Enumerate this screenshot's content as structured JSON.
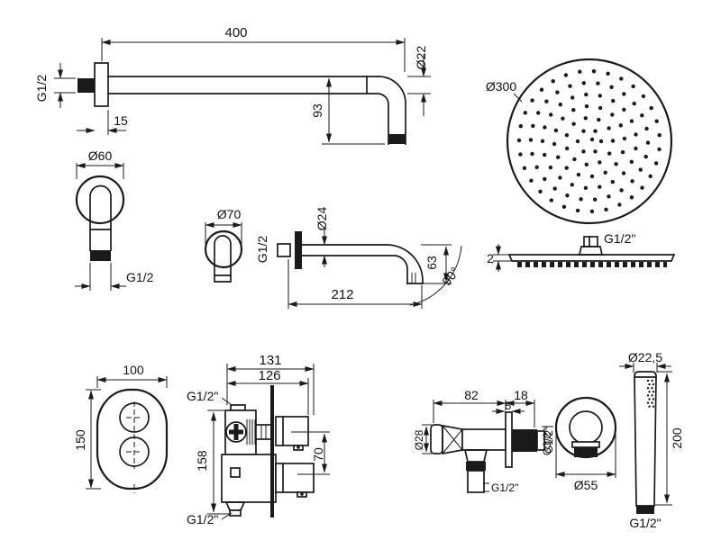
{
  "arm": {
    "length": "400",
    "diameter": "Ø22",
    "thread": "G1/2",
    "flange_offset": "15",
    "drop": "93"
  },
  "head": {
    "diameter": "Ø300",
    "thread": "G1/2\"",
    "thickness": "2"
  },
  "elbow": {
    "diameter": "Ø60",
    "thread": "G1/2"
  },
  "spout": {
    "escutcheon_diameter": "Ø70",
    "thread": "G1/2",
    "diameter": "Ø24",
    "length": "212",
    "drop": "63",
    "angle": "90°"
  },
  "plate": {
    "width": "100",
    "height": "150"
  },
  "valve": {
    "overall_width": "131",
    "width": "126",
    "thread_top": "G1/2\"",
    "height": "158",
    "port_spacing": "70",
    "thread_bottom": "G1/2\""
  },
  "outlet": {
    "length": "82",
    "depth": "18",
    "flange_thickness": "5",
    "holder_diameter": "Ø28",
    "thread_side": "G1/2\"",
    "thread_bottom": "G1/2\"",
    "face_diameter": "Ø55"
  },
  "handshower": {
    "diameter": "Ø22,5",
    "length": "200",
    "thread": "G1/2\""
  },
  "colors": {
    "line": "#1a1a1a",
    "background": "#ffffff"
  }
}
